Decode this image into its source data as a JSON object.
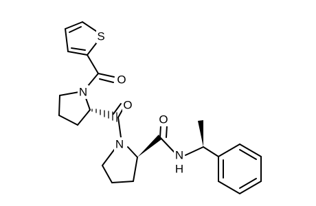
{
  "molecule": {
    "atoms": {
      "S": "S",
      "O_thiophene_carbonyl": "O",
      "N_top": "N",
      "O_middle_carbonyl": "O",
      "N_bottom": "N",
      "O_amide": "O",
      "NH_amide": "N",
      "H_amide": "H"
    }
  }
}
